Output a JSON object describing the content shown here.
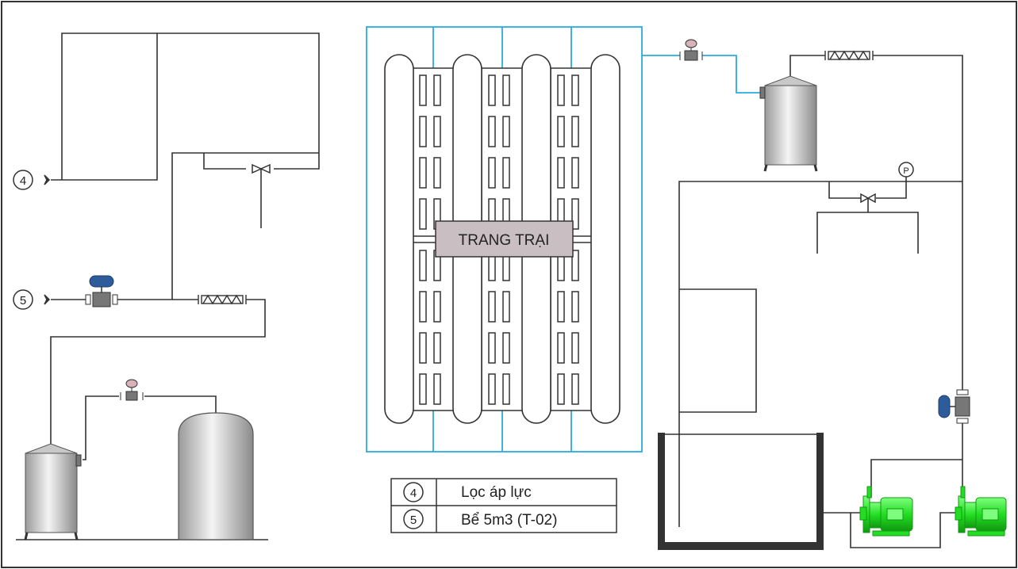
{
  "farm": {
    "label": "TRANG TRẠI"
  },
  "markers": [
    {
      "number": "4"
    },
    {
      "number": "5"
    }
  ],
  "legend": [
    {
      "number": "4",
      "text": "Lọc áp lực"
    },
    {
      "number": "5",
      "text": "Bể 5m3 (T-02)"
    }
  ],
  "gauge": {
    "label": "P"
  },
  "colors": {
    "pipe": "#333333",
    "water_line": "#29abe2",
    "pump": "#22dd22",
    "actuator": "#2e5c9a",
    "farm_box": "#c9bfc2"
  }
}
